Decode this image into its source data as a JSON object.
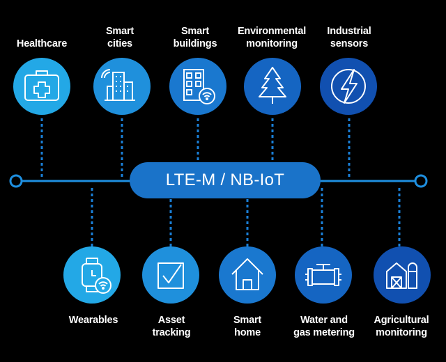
{
  "hub": {
    "label": "LTE-M / NB-IoT"
  },
  "top_nodes": [
    {
      "lines": [
        "Healthcare"
      ],
      "icon": "first-aid-kit-icon",
      "color": "#23a8e6"
    },
    {
      "lines": [
        "Smart",
        "cities"
      ],
      "icon": "city-buildings-icon",
      "color": "#1f90dc"
    },
    {
      "lines": [
        "Smart",
        "buildings"
      ],
      "icon": "building-wifi-icon",
      "color": "#1a78cf"
    },
    {
      "lines": [
        "Environmental",
        "monitoring"
      ],
      "icon": "pine-tree-icon",
      "color": "#1565c2"
    },
    {
      "lines": [
        "Industrial",
        "sensors"
      ],
      "icon": "lightning-icon",
      "color": "#1150b0"
    }
  ],
  "bottom_nodes": [
    {
      "lines": [
        "Wearables"
      ],
      "icon": "smartwatch-wifi-icon",
      "color": "#23a8e6"
    },
    {
      "lines": [
        "Asset",
        "tracking"
      ],
      "icon": "checkbox-icon",
      "color": "#1f90dc"
    },
    {
      "lines": [
        "Smart",
        "home"
      ],
      "icon": "house-icon",
      "color": "#1a78cf"
    },
    {
      "lines": [
        "Water and",
        "gas metering"
      ],
      "icon": "pipe-valve-icon",
      "color": "#1565c2"
    },
    {
      "lines": [
        "Agricultural",
        "monitoring"
      ],
      "icon": "barn-silo-icon",
      "color": "#1150b0"
    }
  ],
  "colors": {
    "line": "#1e8fe0",
    "dots": "#1a80d8",
    "hub": "#1a73c9"
  }
}
